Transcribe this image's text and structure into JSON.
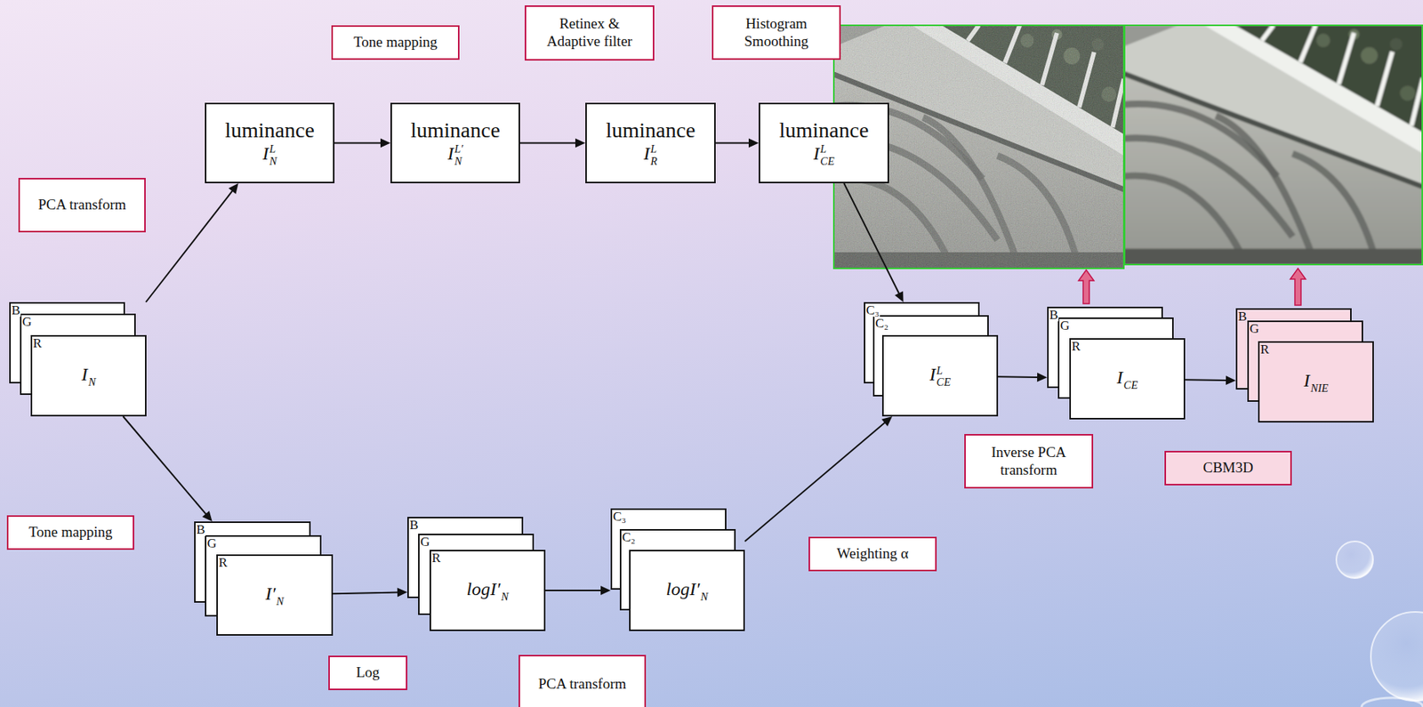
{
  "diagram": {
    "nodes": [
      {
        "text": [
          "Tone mapping"
        ]
      },
      {
        "text": [
          "Retinex & Adaptive filter"
        ]
      },
      {
        "text": [
          "Histogram Smoothing"
        ]
      },
      {
        "text": [
          "PCA transform"
        ]
      },
      {
        "text": [
          "luminance",
          "I",
          "L",
          "N"
        ]
      },
      {
        "text": [
          "luminance",
          "I",
          "L′",
          "N"
        ]
      },
      {
        "text": [
          "luminance",
          "I",
          "L",
          "R"
        ]
      },
      {
        "text": [
          "luminance",
          "I",
          "L",
          "CE"
        ]
      },
      {
        "text": [
          "B",
          "G",
          "R",
          "I",
          "N"
        ]
      },
      {
        "text": [
          "C₃",
          "C₂",
          "I",
          "L",
          "CE"
        ]
      },
      {
        "text": [
          "B",
          "G",
          "R",
          "I",
          "CE"
        ]
      },
      {
        "text": [
          "B",
          "G",
          "R",
          "I",
          "NIE"
        ]
      },
      {
        "text": [
          "Inverse PCA transform"
        ]
      },
      {
        "text": [
          "CBM3D"
        ]
      },
      {
        "text": [
          "Tone mapping"
        ]
      },
      {
        "text": [
          "Weighting α"
        ]
      },
      {
        "text": [
          "B",
          "G",
          "R",
          "I′",
          "N"
        ]
      },
      {
        "text": [
          "B",
          "G",
          "R",
          "logI′",
          "N"
        ]
      },
      {
        "text": [
          "C₃",
          "C₂",
          "logI′",
          "N"
        ]
      },
      {
        "text": [
          "Log"
        ]
      },
      {
        "text": [
          "PCA transform"
        ]
      }
    ],
    "edges": [
      {
        "from": 8,
        "to": 4,
        "arrow": "to"
      },
      {
        "from": 4,
        "to": 5,
        "arrow": "to"
      },
      {
        "from": 5,
        "to": 6,
        "arrow": "to"
      },
      {
        "from": 6,
        "to": 7,
        "arrow": "to"
      },
      {
        "from": 7,
        "to": 9,
        "arrow": "to"
      },
      {
        "from": 8,
        "to": 16,
        "arrow": "to"
      },
      {
        "from": 16,
        "to": 17,
        "arrow": "to"
      },
      {
        "from": 17,
        "to": 18,
        "arrow": "to"
      },
      {
        "from": 18,
        "to": 9,
        "arrow": "to"
      },
      {
        "from": 9,
        "to": 10,
        "arrow": "to"
      },
      {
        "from": 10,
        "to": 11,
        "arrow": "to"
      }
    ]
  }
}
